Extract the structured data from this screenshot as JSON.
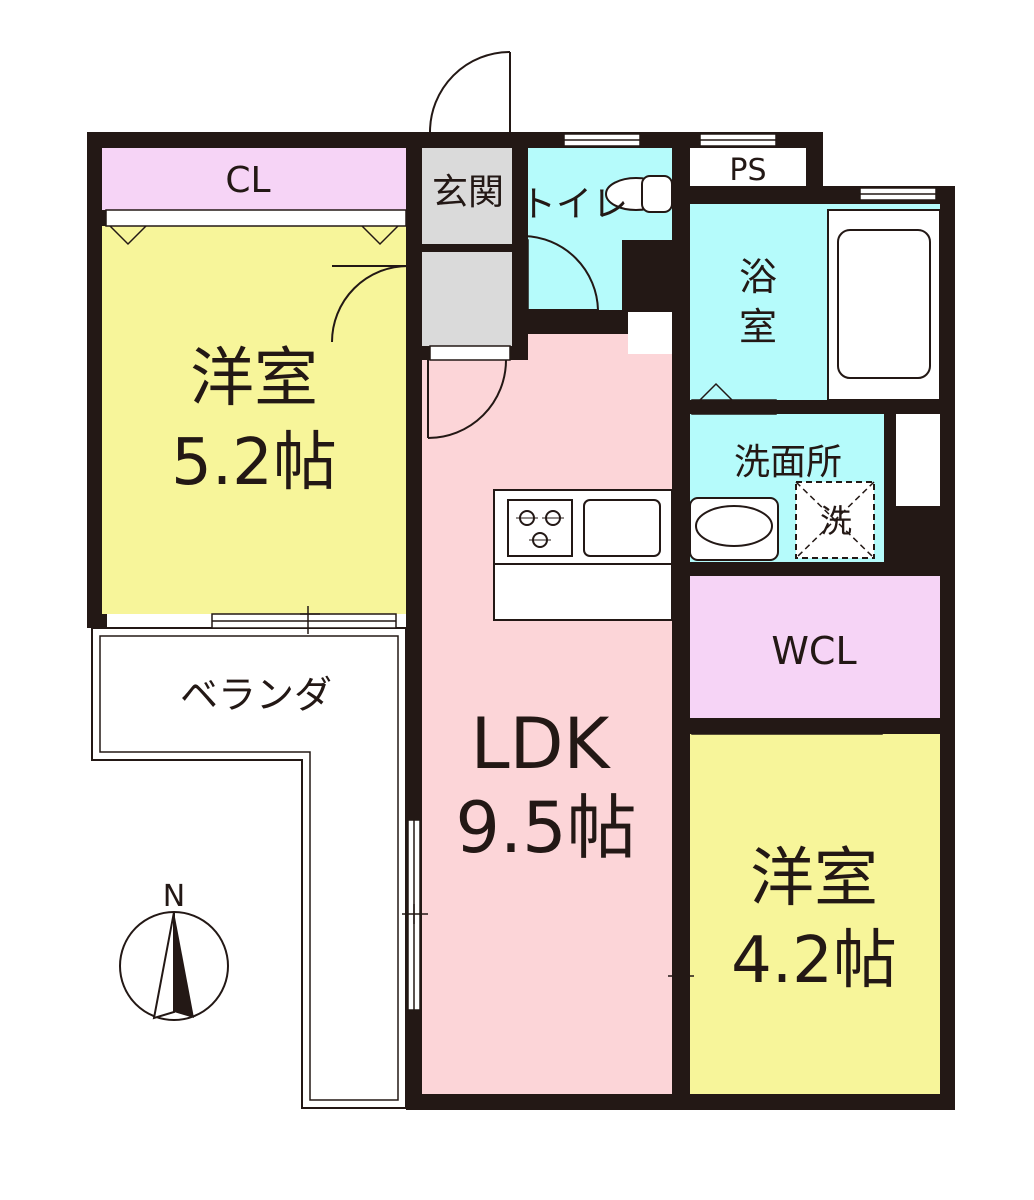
{
  "floorplan": {
    "rooms": {
      "closet": {
        "label": "CL"
      },
      "entrance": {
        "label": "玄関"
      },
      "toilet": {
        "label": "トイレ"
      },
      "pipe_space": {
        "label": "PS"
      },
      "bathroom": {
        "label_line1": "浴",
        "label_line2": "室"
      },
      "washroom": {
        "label": "洗面所"
      },
      "washer": {
        "label": "洗"
      },
      "western_room_1": {
        "name": "洋室",
        "size": "5.2帖"
      },
      "balcony": {
        "label": "ベランダ"
      },
      "ldk": {
        "name": "LDK",
        "size": "9.5帖"
      },
      "walk_in_closet": {
        "label": "WCL"
      },
      "western_room_2": {
        "name": "洋室",
        "size": "4.2帖"
      }
    },
    "compass": {
      "label": "N"
    },
    "colors": {
      "wall": "#231815",
      "western_room": "#f7f59a",
      "ldk": "#fcd5d8",
      "closet": "#f6d4f6",
      "wet_area": "#b5fbfb",
      "entrance": "#dadada",
      "balcony": "#ffffff"
    }
  }
}
